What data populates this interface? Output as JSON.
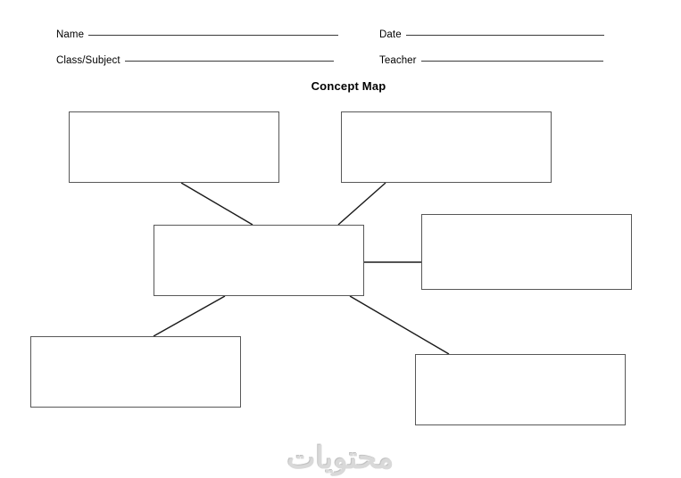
{
  "document": {
    "title": "Concept Map",
    "background_color": "#ffffff",
    "text_color": "#000000",
    "box_border_color": "#585858",
    "connector_color": "#1a1a1a"
  },
  "header": {
    "fields": [
      {
        "label": "Name",
        "value": ""
      },
      {
        "label": "Class/Subject",
        "value": ""
      },
      {
        "label": "Date",
        "value": ""
      },
      {
        "label": "Teacher",
        "value": ""
      }
    ]
  },
  "map": {
    "nodes": [
      {
        "id": "top-left",
        "text": ""
      },
      {
        "id": "top-right",
        "text": ""
      },
      {
        "id": "center",
        "text": ""
      },
      {
        "id": "right",
        "text": ""
      },
      {
        "id": "bottom-left",
        "text": ""
      },
      {
        "id": "bottom-right",
        "text": ""
      }
    ],
    "connectors": [
      {
        "from": "top-left",
        "to": "center",
        "style": "diagonal"
      },
      {
        "from": "top-right",
        "to": "center",
        "style": "diagonal"
      },
      {
        "from": "center",
        "to": "right",
        "style": "horizontal"
      },
      {
        "from": "center",
        "to": "bottom-left",
        "style": "diagonal"
      },
      {
        "from": "center",
        "to": "bottom-right",
        "style": "diagonal"
      }
    ]
  },
  "watermark": {
    "text": "محتويات",
    "color": "#d9d9d9"
  }
}
